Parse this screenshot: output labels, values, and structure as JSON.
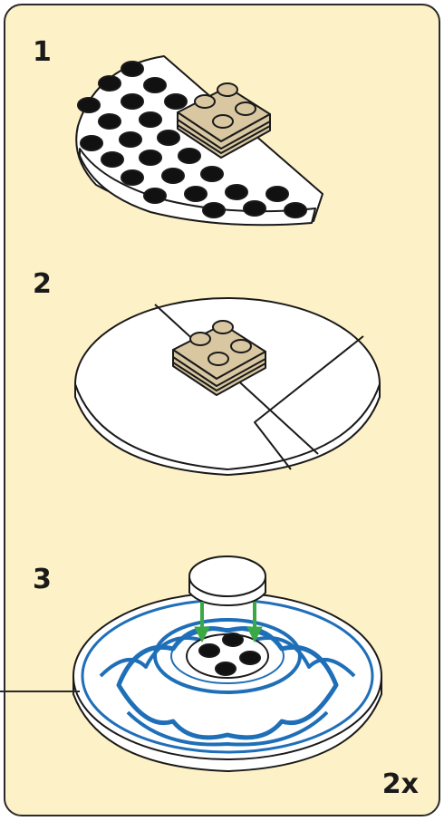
{
  "steps": [
    {
      "number": "1"
    },
    {
      "number": "2"
    },
    {
      "number": "3"
    }
  ],
  "multiplier": "2x",
  "colors": {
    "background": "#fdf1c7",
    "plate": "#ffffff",
    "stud_dark": "#111111",
    "tan": "#d8c7a1",
    "pattern_blue": "#1f6fb8",
    "arrow_green": "#3aa845"
  }
}
